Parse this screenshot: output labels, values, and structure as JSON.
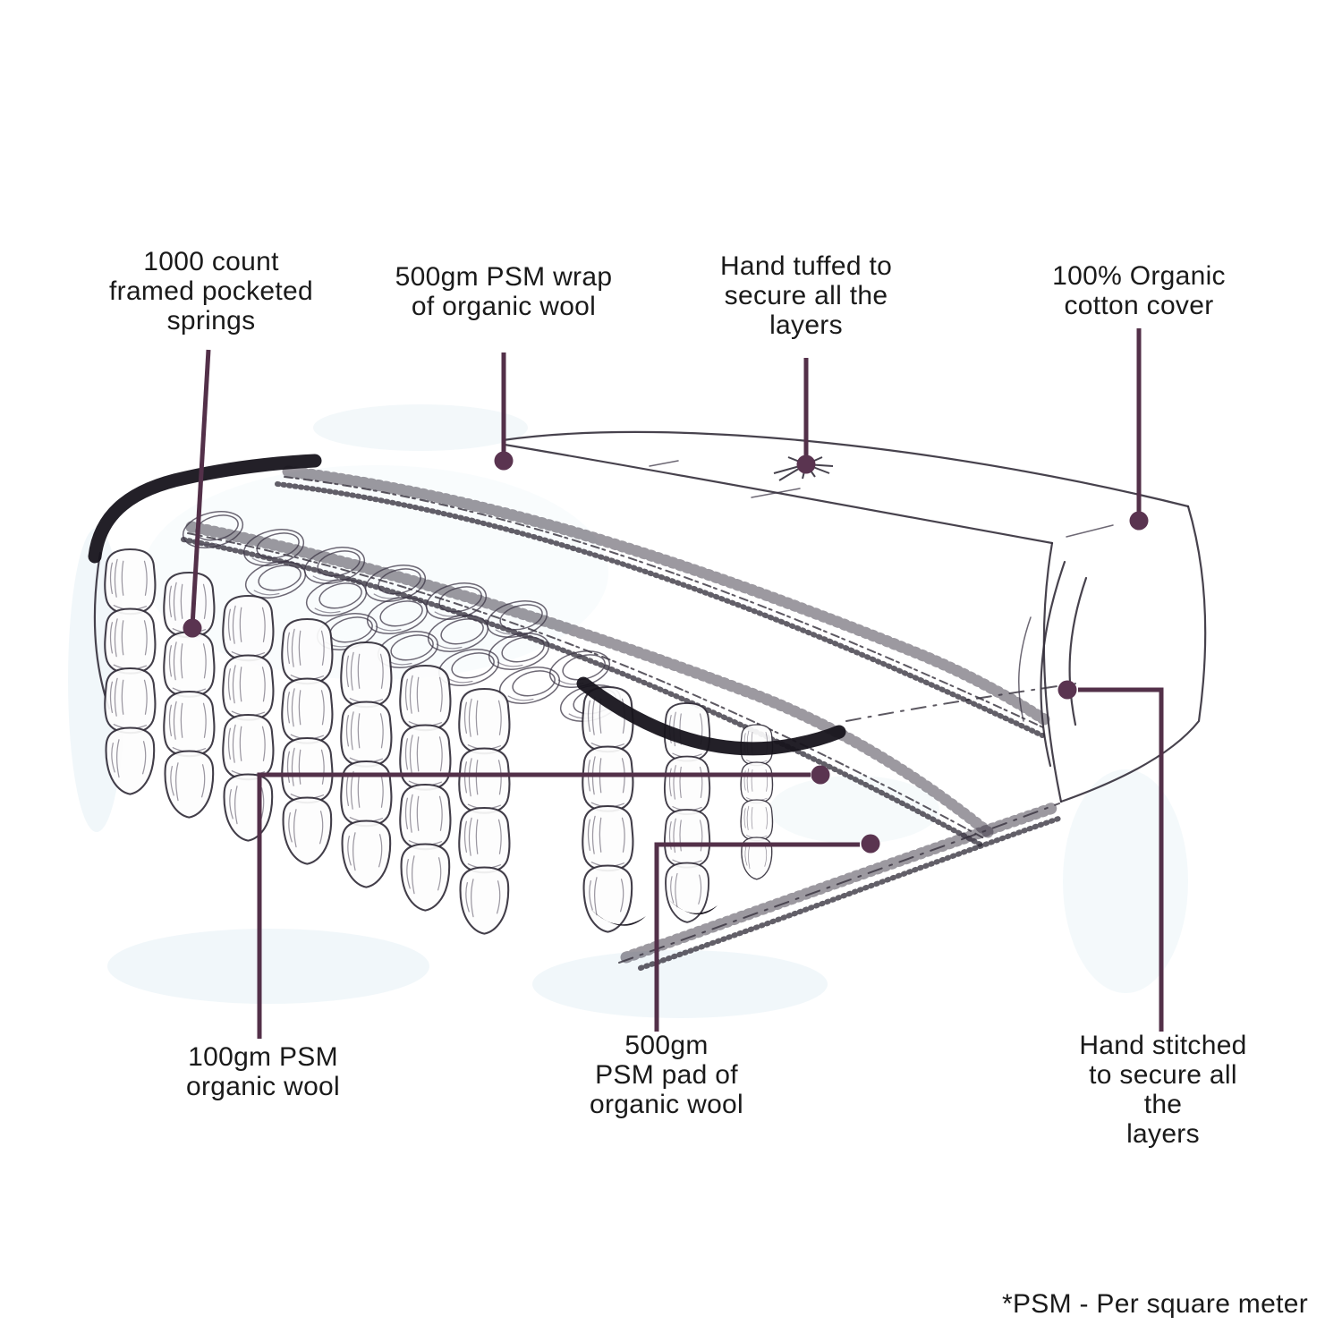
{
  "figure": {
    "type": "annotated-product-diagram",
    "subject": "hand-drawn cutaway sketch of an organic pocket-spring mattress"
  },
  "callouts": {
    "springs": {
      "text": "1000 count\nframed pocketed\nsprings"
    },
    "wrap": {
      "text": "500gm PSM wrap\nof organic wool"
    },
    "tufted": {
      "text": "Hand tuffed to\nsecure all the\nlayers"
    },
    "cotton": {
      "text": "100% Organic\ncotton cover"
    },
    "wool100": {
      "text": "100gm PSM\norganic wool"
    },
    "pad500": {
      "text": "500gm\nPSM pad of\norganic wool"
    },
    "stitched": {
      "text": "Hand stitched\nto secure all the\nlayers"
    }
  },
  "footnote": {
    "text": "*PSM - Per square meter"
  },
  "colors": {
    "leader_line": "#533049",
    "leader_dot": "#5a3450",
    "ink": "#332e3a",
    "text": "#1a1a1a",
    "paper": "#ffffff"
  }
}
